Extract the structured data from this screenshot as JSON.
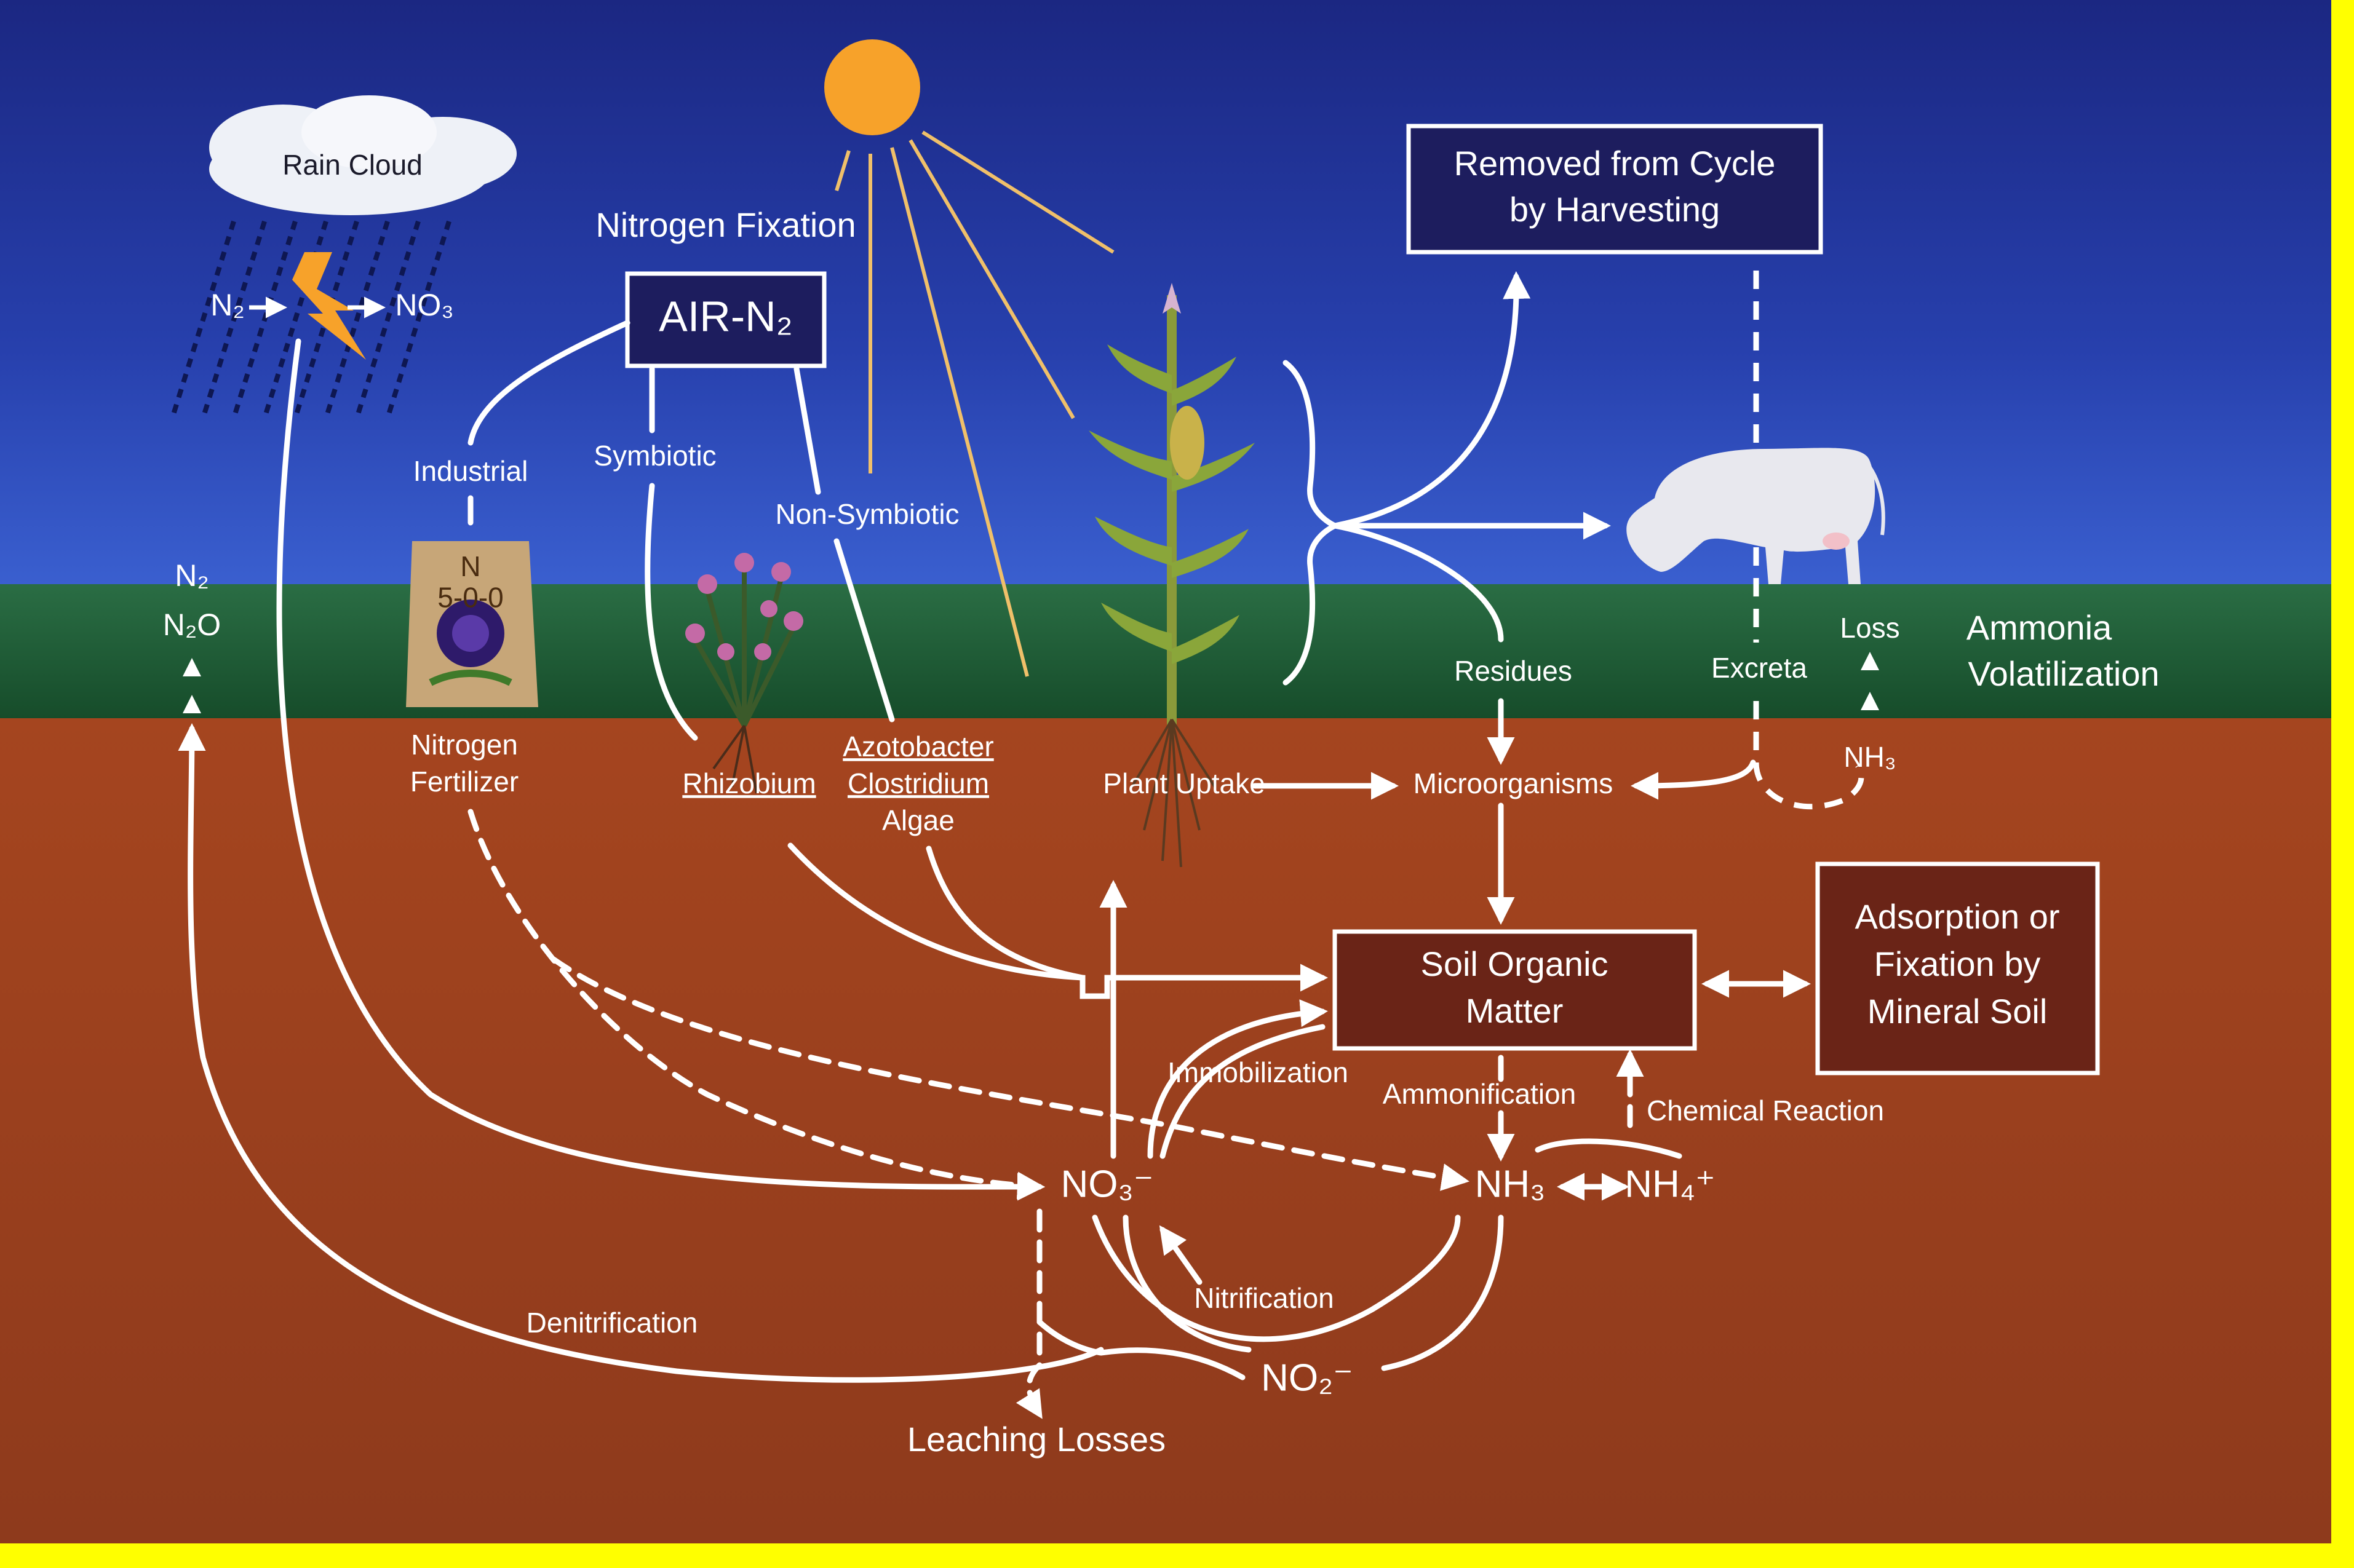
{
  "sky": {
    "rain_cloud": "Rain Cloud",
    "lightning": {
      "left": "N₂",
      "right": "NO₃",
      "arrow": "→"
    },
    "nitrogen_fixation": "Nitrogen Fixation",
    "air_n2": "AIR-N₂",
    "industrial": "Industrial",
    "symbiotic": "Symbiotic",
    "non_symbiotic": "Non-Symbiotic",
    "harvest_box": {
      "line1": "Removed from Cycle",
      "line2": "by Harvesting"
    },
    "loss": "Loss",
    "ammonia": {
      "line1": "Ammonia",
      "line2": "Volatilization"
    },
    "n2": "N₂",
    "n2o": "N₂O",
    "residues": "Residues",
    "excreta": "Excreta"
  },
  "soil": {
    "fertilizer_bag": "N\n5-0-0",
    "nitrogen_fertilizer": {
      "line1": "Nitrogen",
      "line2": "Fertilizer"
    },
    "rhizobium": "Rhizobium",
    "azotobacter": "Azotobacter",
    "clostridium": "Clostridium",
    "algae": "Algae",
    "plant_uptake": "Plant Uptake",
    "microorganisms": "Microorganisms",
    "nh3_top": "NH₃",
    "som_box": {
      "line1": "Soil Organic",
      "line2": "Matter"
    },
    "adsorption_box": {
      "line1": "Adsorption or",
      "line2": "Fixation by",
      "line3": "Mineral Soil"
    },
    "immobilization": "Immobilization",
    "ammonification": "Ammonification",
    "chemical_reaction": "Chemical Reaction",
    "no3": "NO₃⁻",
    "nh3": "NH₃",
    "nh4": "NH₄⁺",
    "nitrification": "Nitrification",
    "no2": "NO₂⁻",
    "denitrification": "Denitrification",
    "leaching": "Leaching Losses"
  },
  "colors": {
    "sky_top": "#1c2a8a",
    "sky_bottom": "#2f4fc0",
    "grass": "#1d5a34",
    "soil": "#9a3f1e",
    "sun": "#f7a22a",
    "box_fill": "#1d1d5e",
    "soil_box_fill": "#6a2417",
    "frame": "#ffff00"
  }
}
